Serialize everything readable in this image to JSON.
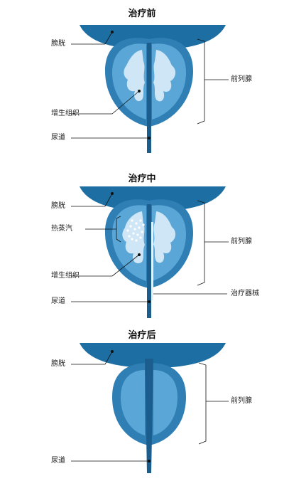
{
  "colors": {
    "bladder": "#1d6fa3",
    "gland_outer": "#2f7fb5",
    "gland_inner": "#5aa6d6",
    "tissue": "#cfe6f6",
    "urethra": "#1b5e8e",
    "line": "#111111"
  },
  "panels": [
    {
      "title": "治疗前",
      "labels": {
        "bladder": "膀胱",
        "prostate": "前列腺",
        "hyperplasia": "增生组织",
        "urethra": "尿道"
      }
    },
    {
      "title": "治疗中",
      "labels": {
        "bladder": "膀胱",
        "steam": "热蒸汽",
        "prostate": "前列腺",
        "hyperplasia": "增生组织",
        "device": "治疗器械",
        "urethra": "尿道"
      }
    },
    {
      "title": "治疗后",
      "labels": {
        "bladder": "膀胱",
        "prostate": "前列腺",
        "urethra": "尿道"
      }
    }
  ]
}
